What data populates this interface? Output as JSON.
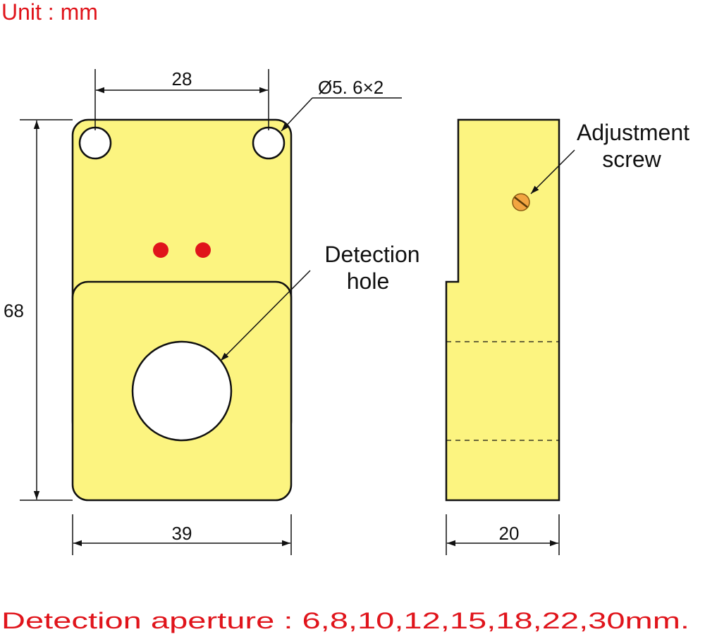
{
  "header": {
    "unit_label": "Unit : mm"
  },
  "front_view": {
    "dim_width_top": "28",
    "dim_height": "68",
    "dim_width_bottom": "39",
    "mounting_hole_callout": "Ø5. 6×2",
    "detection_hole_label_line1": "Detection",
    "detection_hole_label_line2": "hole"
  },
  "side_view": {
    "dim_width": "20",
    "screw_label_line1": "Adjustment",
    "screw_label_line2": "screw"
  },
  "footer": {
    "aperture_note": "Detection aperture : 6,8,10,12,15,18,22,30mm."
  },
  "colors": {
    "body_fill": "#fcf480",
    "annotation_red": "#e0141b",
    "led_red": "#e0141b",
    "screw_orange": "#f2a541"
  }
}
